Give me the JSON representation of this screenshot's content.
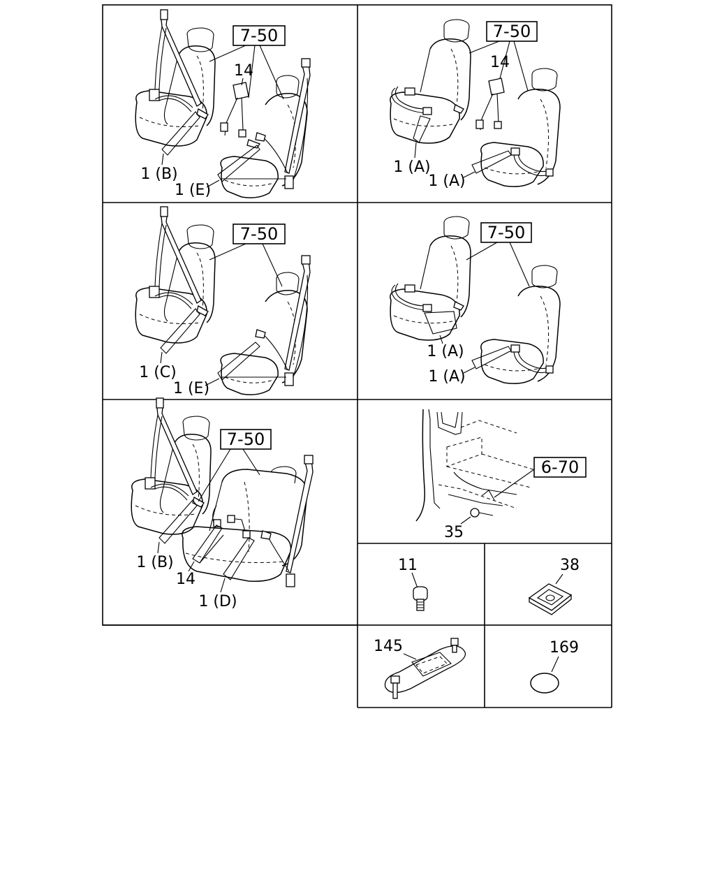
{
  "panels": {
    "p1": {
      "ref": "7-50",
      "labels": [
        "14",
        "1 (B)",
        "1 (E)"
      ]
    },
    "p2": {
      "ref": "7-50",
      "labels": [
        "14",
        "1 (A)",
        "1 (A)"
      ]
    },
    "p3": {
      "ref": "7-50",
      "labels": [
        "1 (C)",
        "1 (E)"
      ]
    },
    "p4": {
      "ref": "7-50",
      "labels": [
        "1 (A)",
        "1 (A)"
      ]
    },
    "p5": {
      "labels": [
        "1 (B)",
        "14",
        "1 (D)"
      ],
      "ref": "7-50"
    },
    "p6": {
      "ref": "6-70",
      "labels": [
        "35"
      ]
    },
    "p7": {
      "labels": [
        "11"
      ]
    },
    "p8": {
      "labels": [
        "38"
      ]
    },
    "p9": {
      "labels": [
        "145"
      ]
    },
    "p10": {
      "labels": [
        "169"
      ]
    }
  }
}
